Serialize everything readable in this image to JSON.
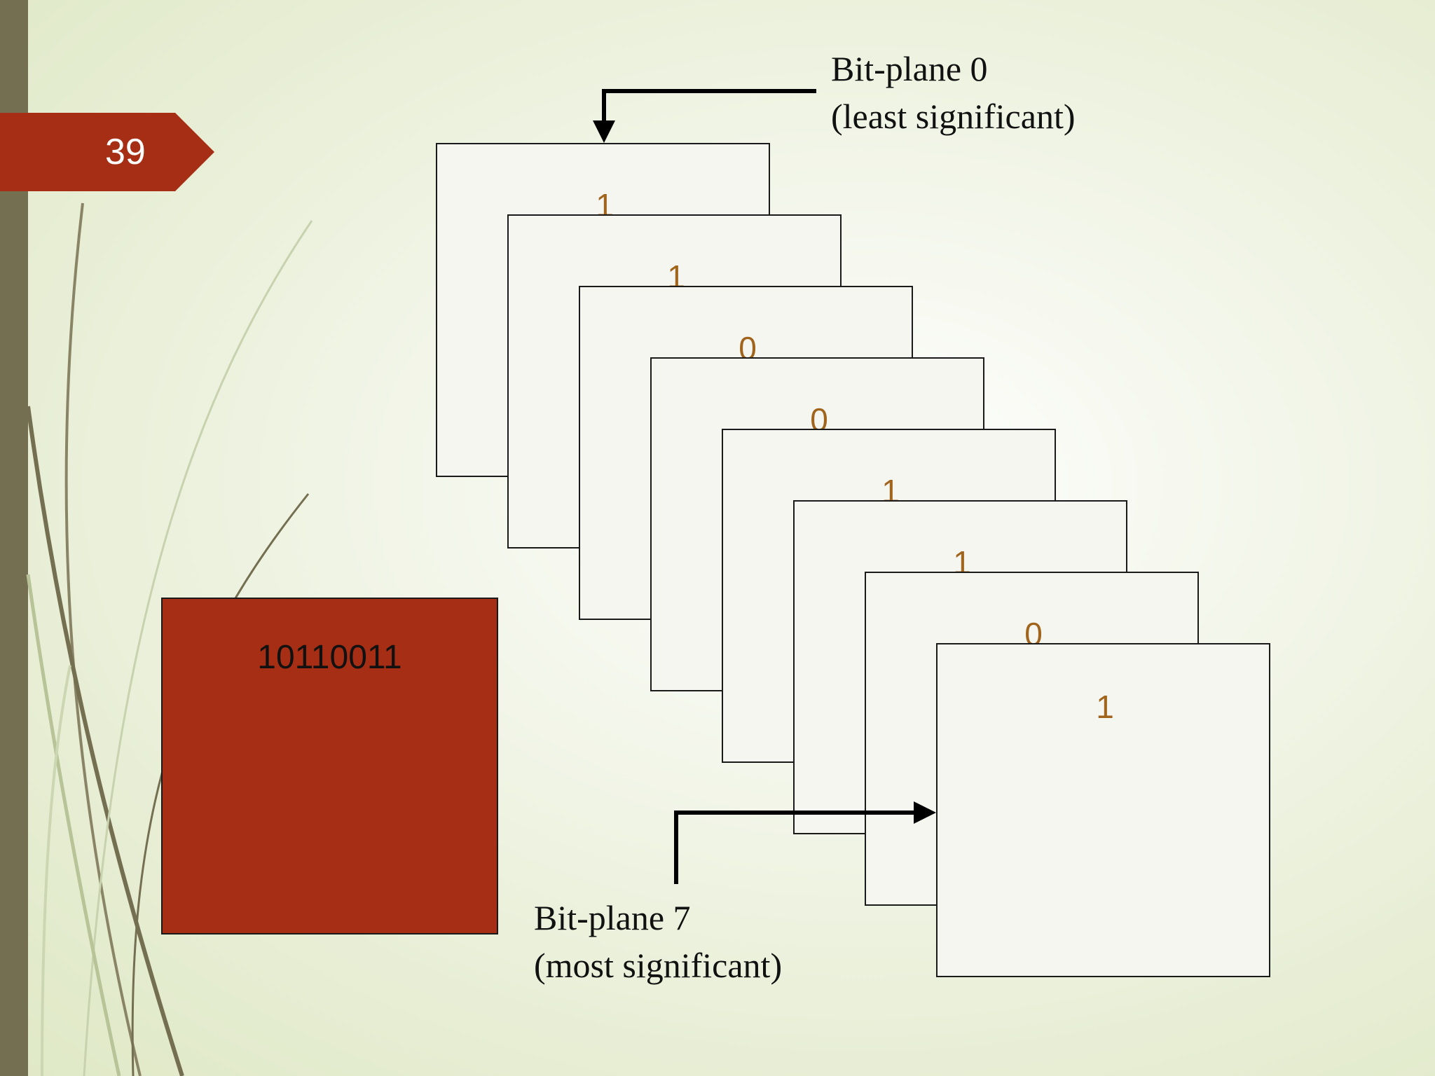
{
  "slide": {
    "number": "39"
  },
  "pixel": {
    "value": "10110011"
  },
  "planes": [
    {
      "bit": "1"
    },
    {
      "bit": "1"
    },
    {
      "bit": "0"
    },
    {
      "bit": "0"
    },
    {
      "bit": "1"
    },
    {
      "bit": "1"
    },
    {
      "bit": "0"
    },
    {
      "bit": "1"
    }
  ],
  "labels": {
    "top_line1": "Bit-plane 0",
    "top_line2": "(least significant)",
    "bottom_line1": "Bit-plane 7",
    "bottom_line2": "(most significant)"
  },
  "colors": {
    "accent": "#a52e14",
    "bit_text": "#a0641c",
    "strip": "#756f52"
  }
}
